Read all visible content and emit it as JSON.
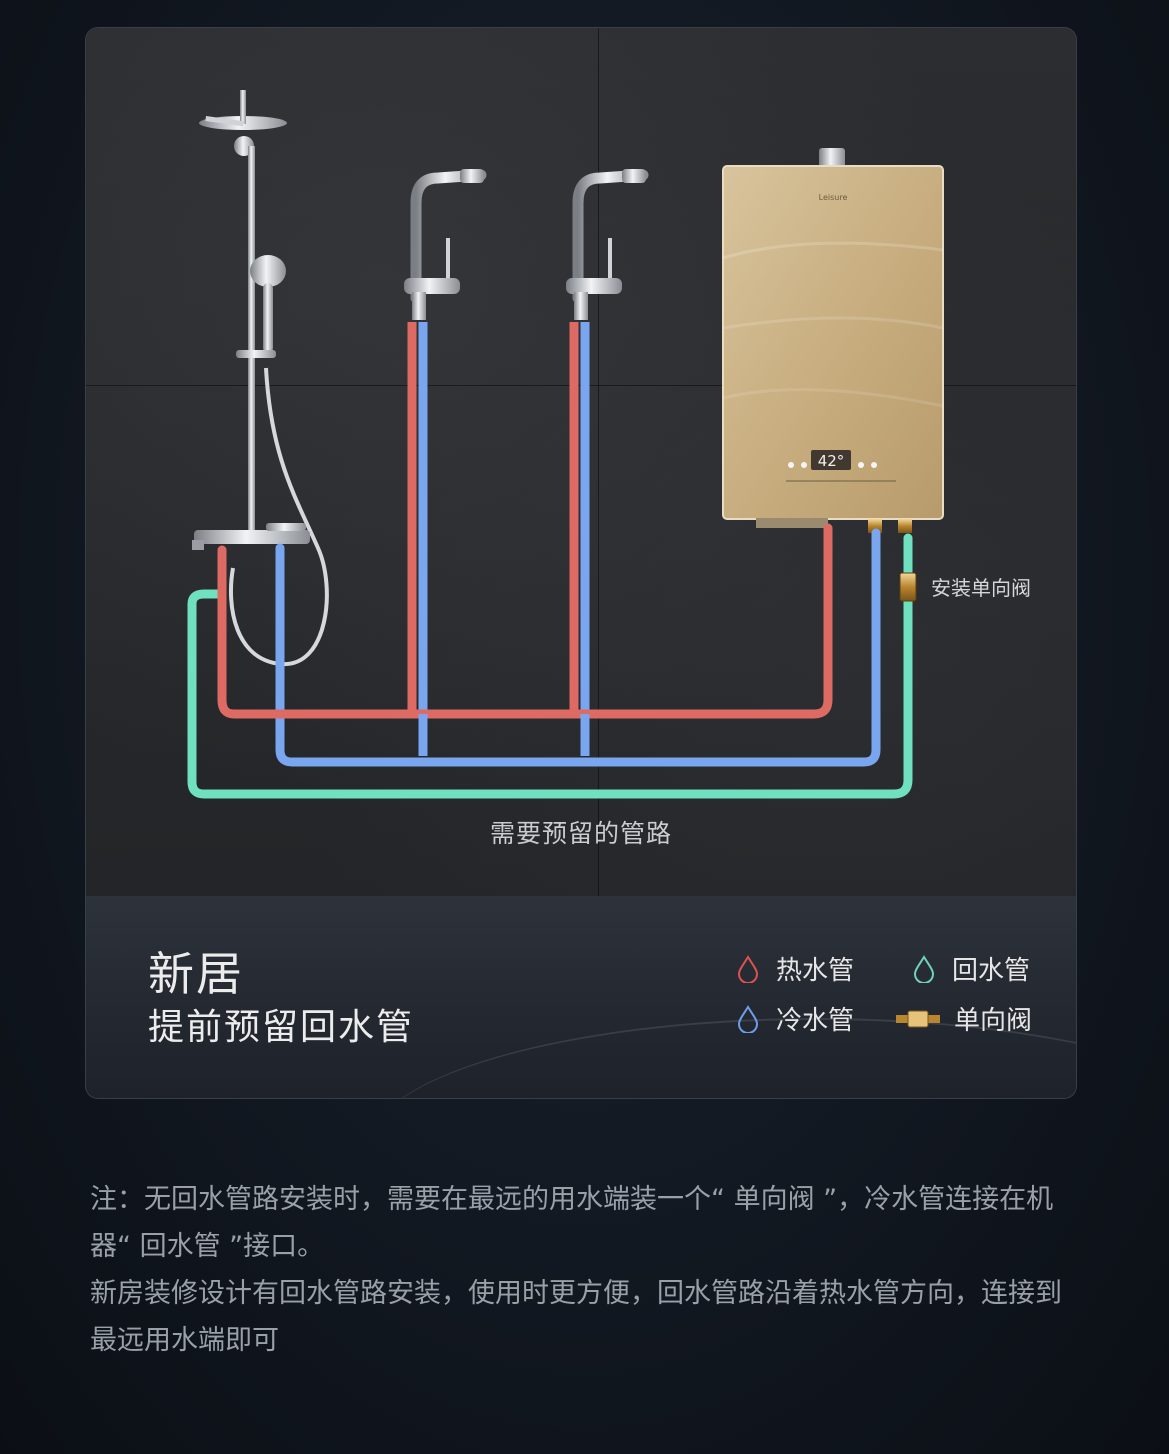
{
  "diagram": {
    "caption": "需要预留的管路",
    "valve_label": "安装单向阀",
    "heater": {
      "display": "42°",
      "brand": "Leisure"
    }
  },
  "title": {
    "main": "新居",
    "sub": "提前预留回水管"
  },
  "legend": [
    {
      "label": "热水管",
      "icon": "hot-water-drop-icon",
      "color": "#d9534f"
    },
    {
      "label": "回水管",
      "icon": "return-water-drop-icon",
      "color": "#6fd3b8"
    },
    {
      "label": "冷水管",
      "icon": "cold-water-drop-icon",
      "color": "#6f9de8"
    },
    {
      "label": "单向阀",
      "icon": "check-valve-icon",
      "color": "#c89a4e"
    }
  ],
  "colors": {
    "hot": "#de6b63",
    "cold": "#7aa6f0",
    "return": "#6fe0c0",
    "valve": "#c89a4e"
  },
  "note": {
    "line1": "注：无回水管路安装时，需要在最远的用水端装一个“ 单向阀 ”，冷水管连接在机器“ 回水管 ”接口。",
    "line2": "新房装修设计有回水管路安装，使用时更方便，回水管路沿着热水管方向，连接到最远用水端即可"
  }
}
